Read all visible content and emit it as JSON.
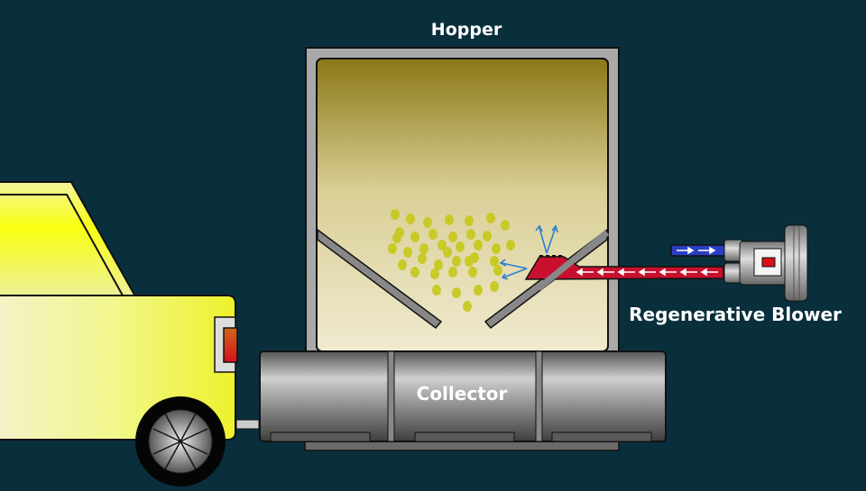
{
  "labels": {
    "hopper": "Hopper",
    "collector": "Collector",
    "blower": "Regenerative Blower"
  },
  "colors": {
    "background": "#0a2f3c",
    "car_body": "#f2f75a",
    "supply_pipe": "#c8102e",
    "return_pipe": "#2a3fc4",
    "particles": "#c9c928",
    "airflow_arrows": "#2f7fd0"
  },
  "icons": [
    "car-icon",
    "hopper-icon",
    "collector-icon",
    "regenerative-blower-icon",
    "airflow-arrow-icon"
  ]
}
